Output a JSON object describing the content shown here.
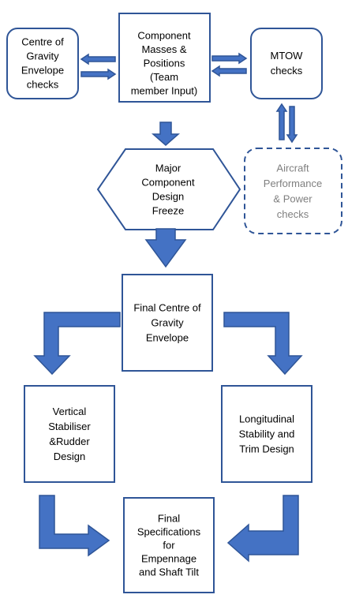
{
  "colors": {
    "stroke": "#2F5597",
    "arrow_fill": "#4472C4",
    "text": "#000000",
    "muted_text": "#7F7F7F"
  },
  "nodes": {
    "cog_checks": {
      "lines": [
        "Centre of",
        "Gravity",
        "Envelope",
        "checks"
      ]
    },
    "component_masses": {
      "lines": [
        "Component",
        "Masses &",
        "Positions",
        "(Team",
        "member Input)"
      ]
    },
    "mtow_checks": {
      "lines": [
        "MTOW",
        "checks"
      ]
    },
    "design_freeze": {
      "lines": [
        "Major",
        "Component",
        "Design",
        "Freeze"
      ]
    },
    "performance_checks": {
      "lines": [
        "Aircraft",
        "Performance",
        "& Power",
        "checks"
      ]
    },
    "final_cog": {
      "lines": [
        "Final Centre of",
        "Gravity",
        "Envelope"
      ]
    },
    "vertical_stabiliser": {
      "lines": [
        "Vertical",
        "Stabiliser",
        "&Rudder",
        "Design"
      ]
    },
    "longitudinal_stability": {
      "lines": [
        "Longitudinal",
        "Stability and",
        "Trim Design"
      ]
    },
    "final_specs": {
      "lines": [
        "Final",
        "Specifications",
        "for",
        "Empennage",
        "and Shaft Tilt"
      ]
    }
  }
}
